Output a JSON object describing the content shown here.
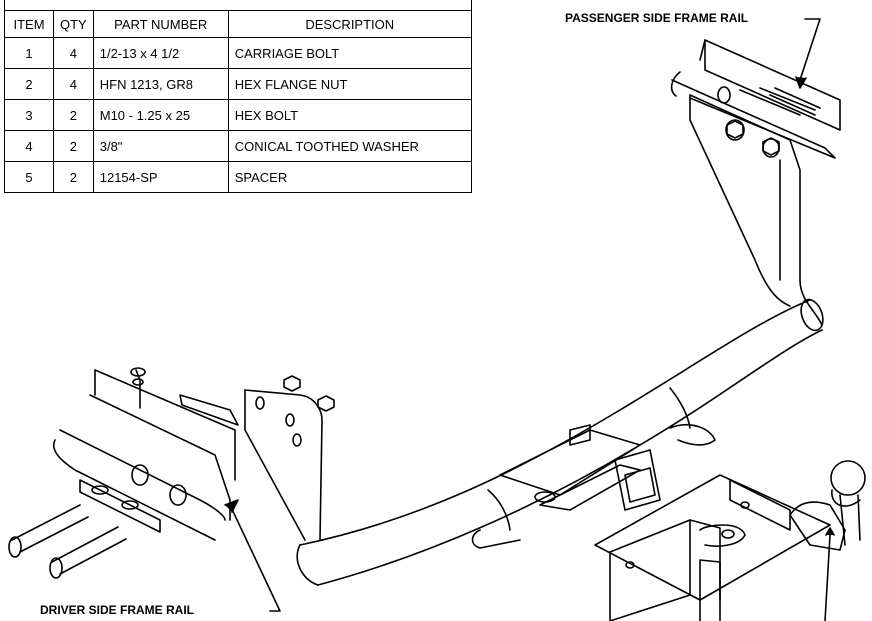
{
  "table": {
    "headers": [
      "ITEM",
      "QTY",
      "PART NUMBER",
      "DESCRIPTION"
    ],
    "rows": [
      {
        "item": "1",
        "qty": "4",
        "part": "1/2-13 x 4 1/2",
        "desc": "CARRIAGE BOLT"
      },
      {
        "item": "2",
        "qty": "4",
        "part": "HFN 1213, GR8",
        "desc": "HEX FLANGE NUT"
      },
      {
        "item": "3",
        "qty": "2",
        "part": "M10 - 1.25 x 25",
        "desc": "HEX BOLT"
      },
      {
        "item": "4",
        "qty": "2",
        "part": "3/8\"",
        "desc": "CONICAL TOOTHED WASHER"
      },
      {
        "item": "5",
        "qty": "2",
        "part": "12154-SP",
        "desc": "SPACER"
      }
    ]
  },
  "labels": {
    "passenger": "PASSENGER SIDE FRAME RAIL",
    "driver": "DRIVER SIDE FRAME RAIL"
  }
}
